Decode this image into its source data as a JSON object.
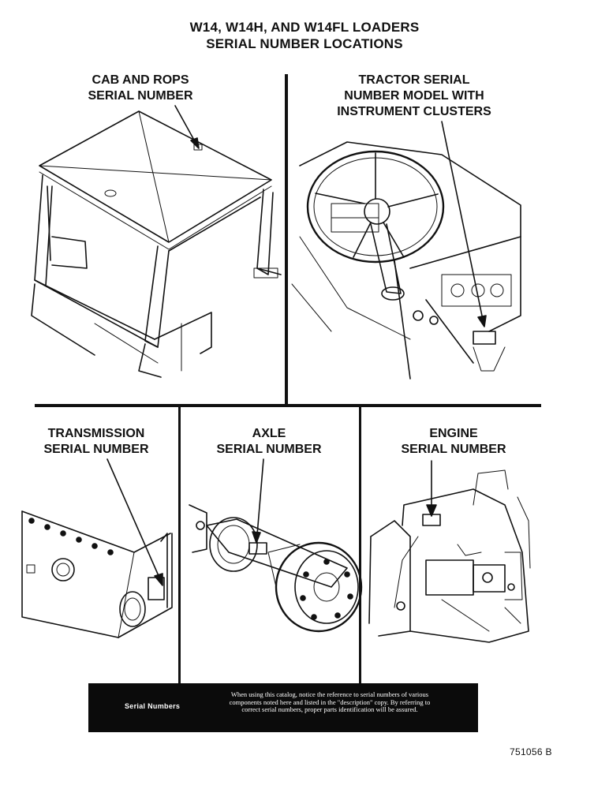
{
  "title": {
    "line1": "W14, W14H, AND W14FL LOADERS",
    "line2": "SERIAL NUMBER LOCATIONS"
  },
  "panels": {
    "cab": {
      "line1": "CAB AND ROPS",
      "line2": "SERIAL NUMBER",
      "icon": "cab-rops-illustration"
    },
    "tractor": {
      "line1": "TRACTOR SERIAL",
      "line2": "NUMBER MODEL WITH",
      "line3": "INSTRUMENT CLUSTERS",
      "icon": "steering-dashboard-illustration"
    },
    "transmission": {
      "line1": "TRANSMISSION",
      "line2": "SERIAL NUMBER",
      "icon": "transmission-housing-illustration"
    },
    "axle": {
      "line1": "AXLE",
      "line2": "SERIAL NUMBER",
      "icon": "axle-assembly-illustration"
    },
    "engine": {
      "line1": "ENGINE",
      "line2": "SERIAL NUMBER",
      "icon": "engine-block-illustration"
    }
  },
  "notice": {
    "label": "Serial Numbers",
    "text": "When using this catalog, notice the reference to serial numbers of various components noted here and listed in the \"description\" copy. By referring to correct serial numbers, proper parts identification will be assured."
  },
  "figure_number": "751056 B"
}
